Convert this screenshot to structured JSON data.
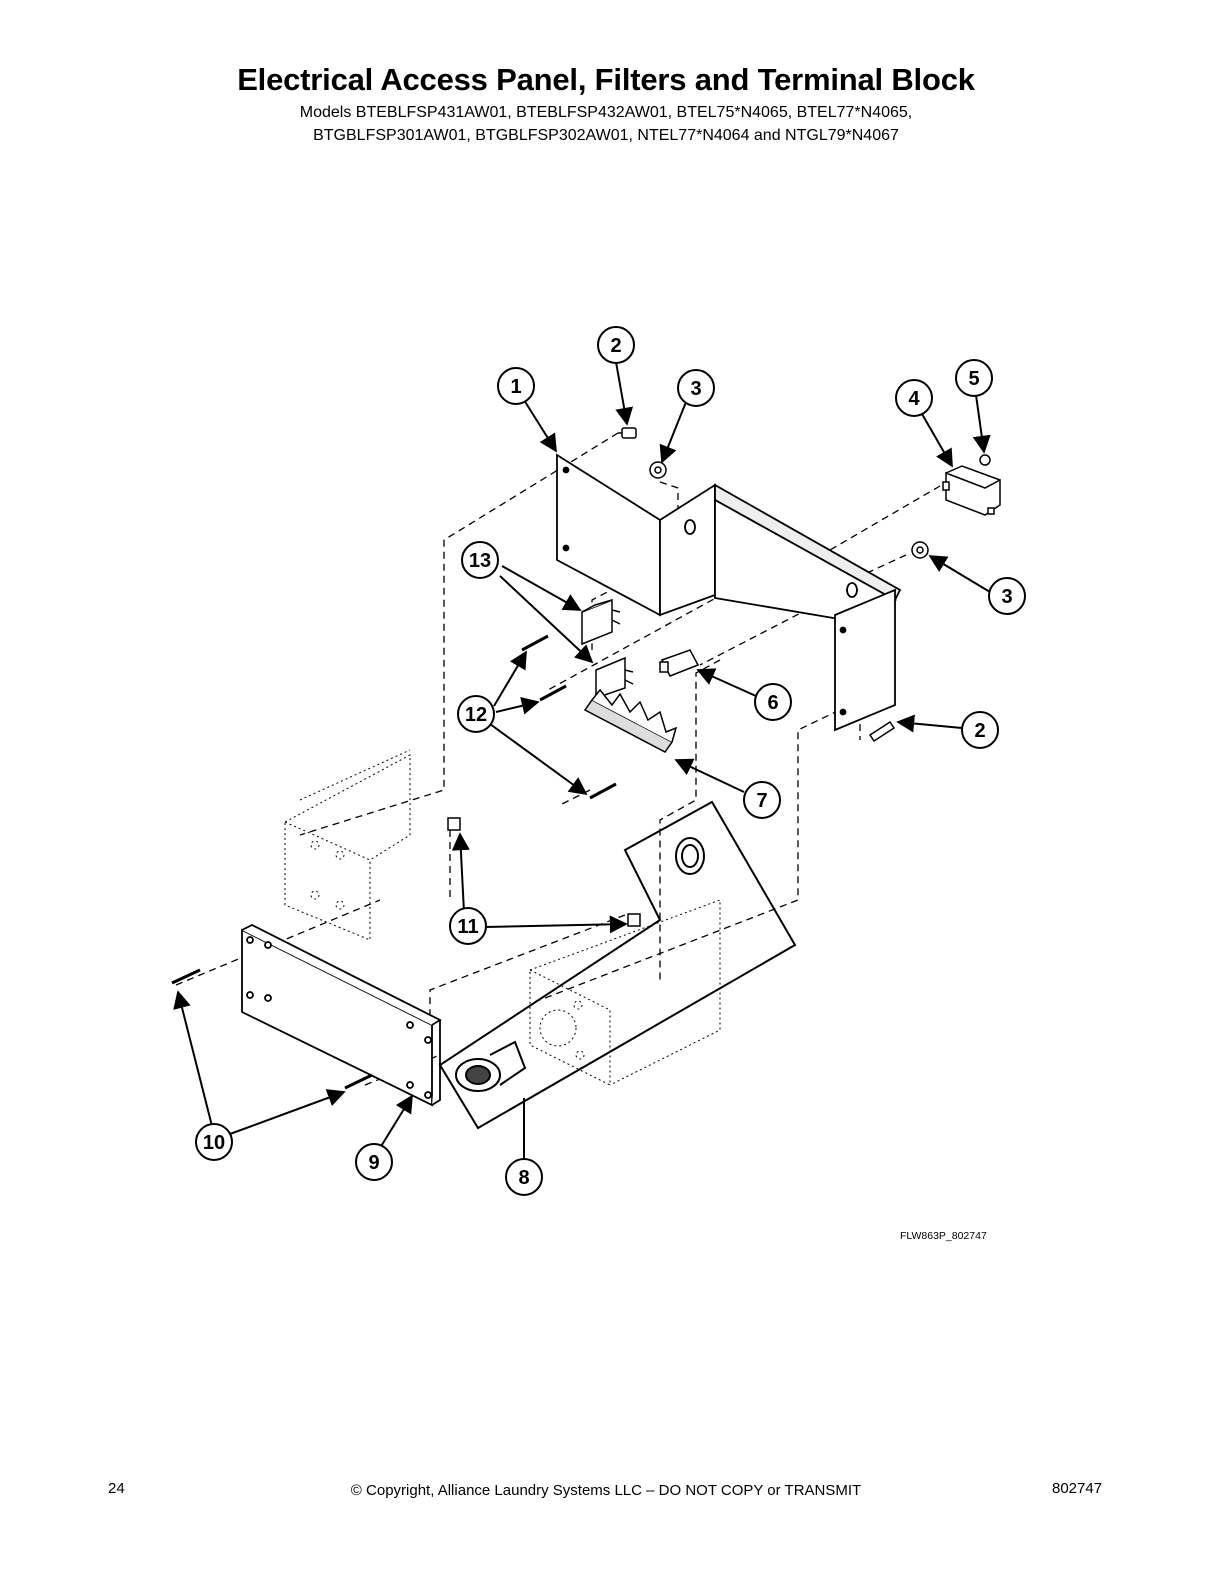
{
  "header": {
    "title": "Electrical Access Panel, Filters and Terminal Block",
    "models_line1": "Models BTEBLFSP431AW01, BTEBLFSP432AW01, BTEL75*N4065, BTEL77*N4065,",
    "models_line2": "BTGBLFSP301AW01, BTGBLFSP302AW01, NTEL77*N4064 and NTGL79*N4067"
  },
  "callouts": [
    "1",
    "2",
    "3",
    "4",
    "5",
    "2",
    "3",
    "13",
    "12",
    "6",
    "7",
    "11",
    "10",
    "9",
    "8"
  ],
  "figure_ref": "FLW863P_802747",
  "footer": {
    "page_number": "24",
    "copyright": "© Copyright, Alliance Laundry Systems LLC – DO NOT COPY or TRANSMIT",
    "doc_number": "802747"
  }
}
